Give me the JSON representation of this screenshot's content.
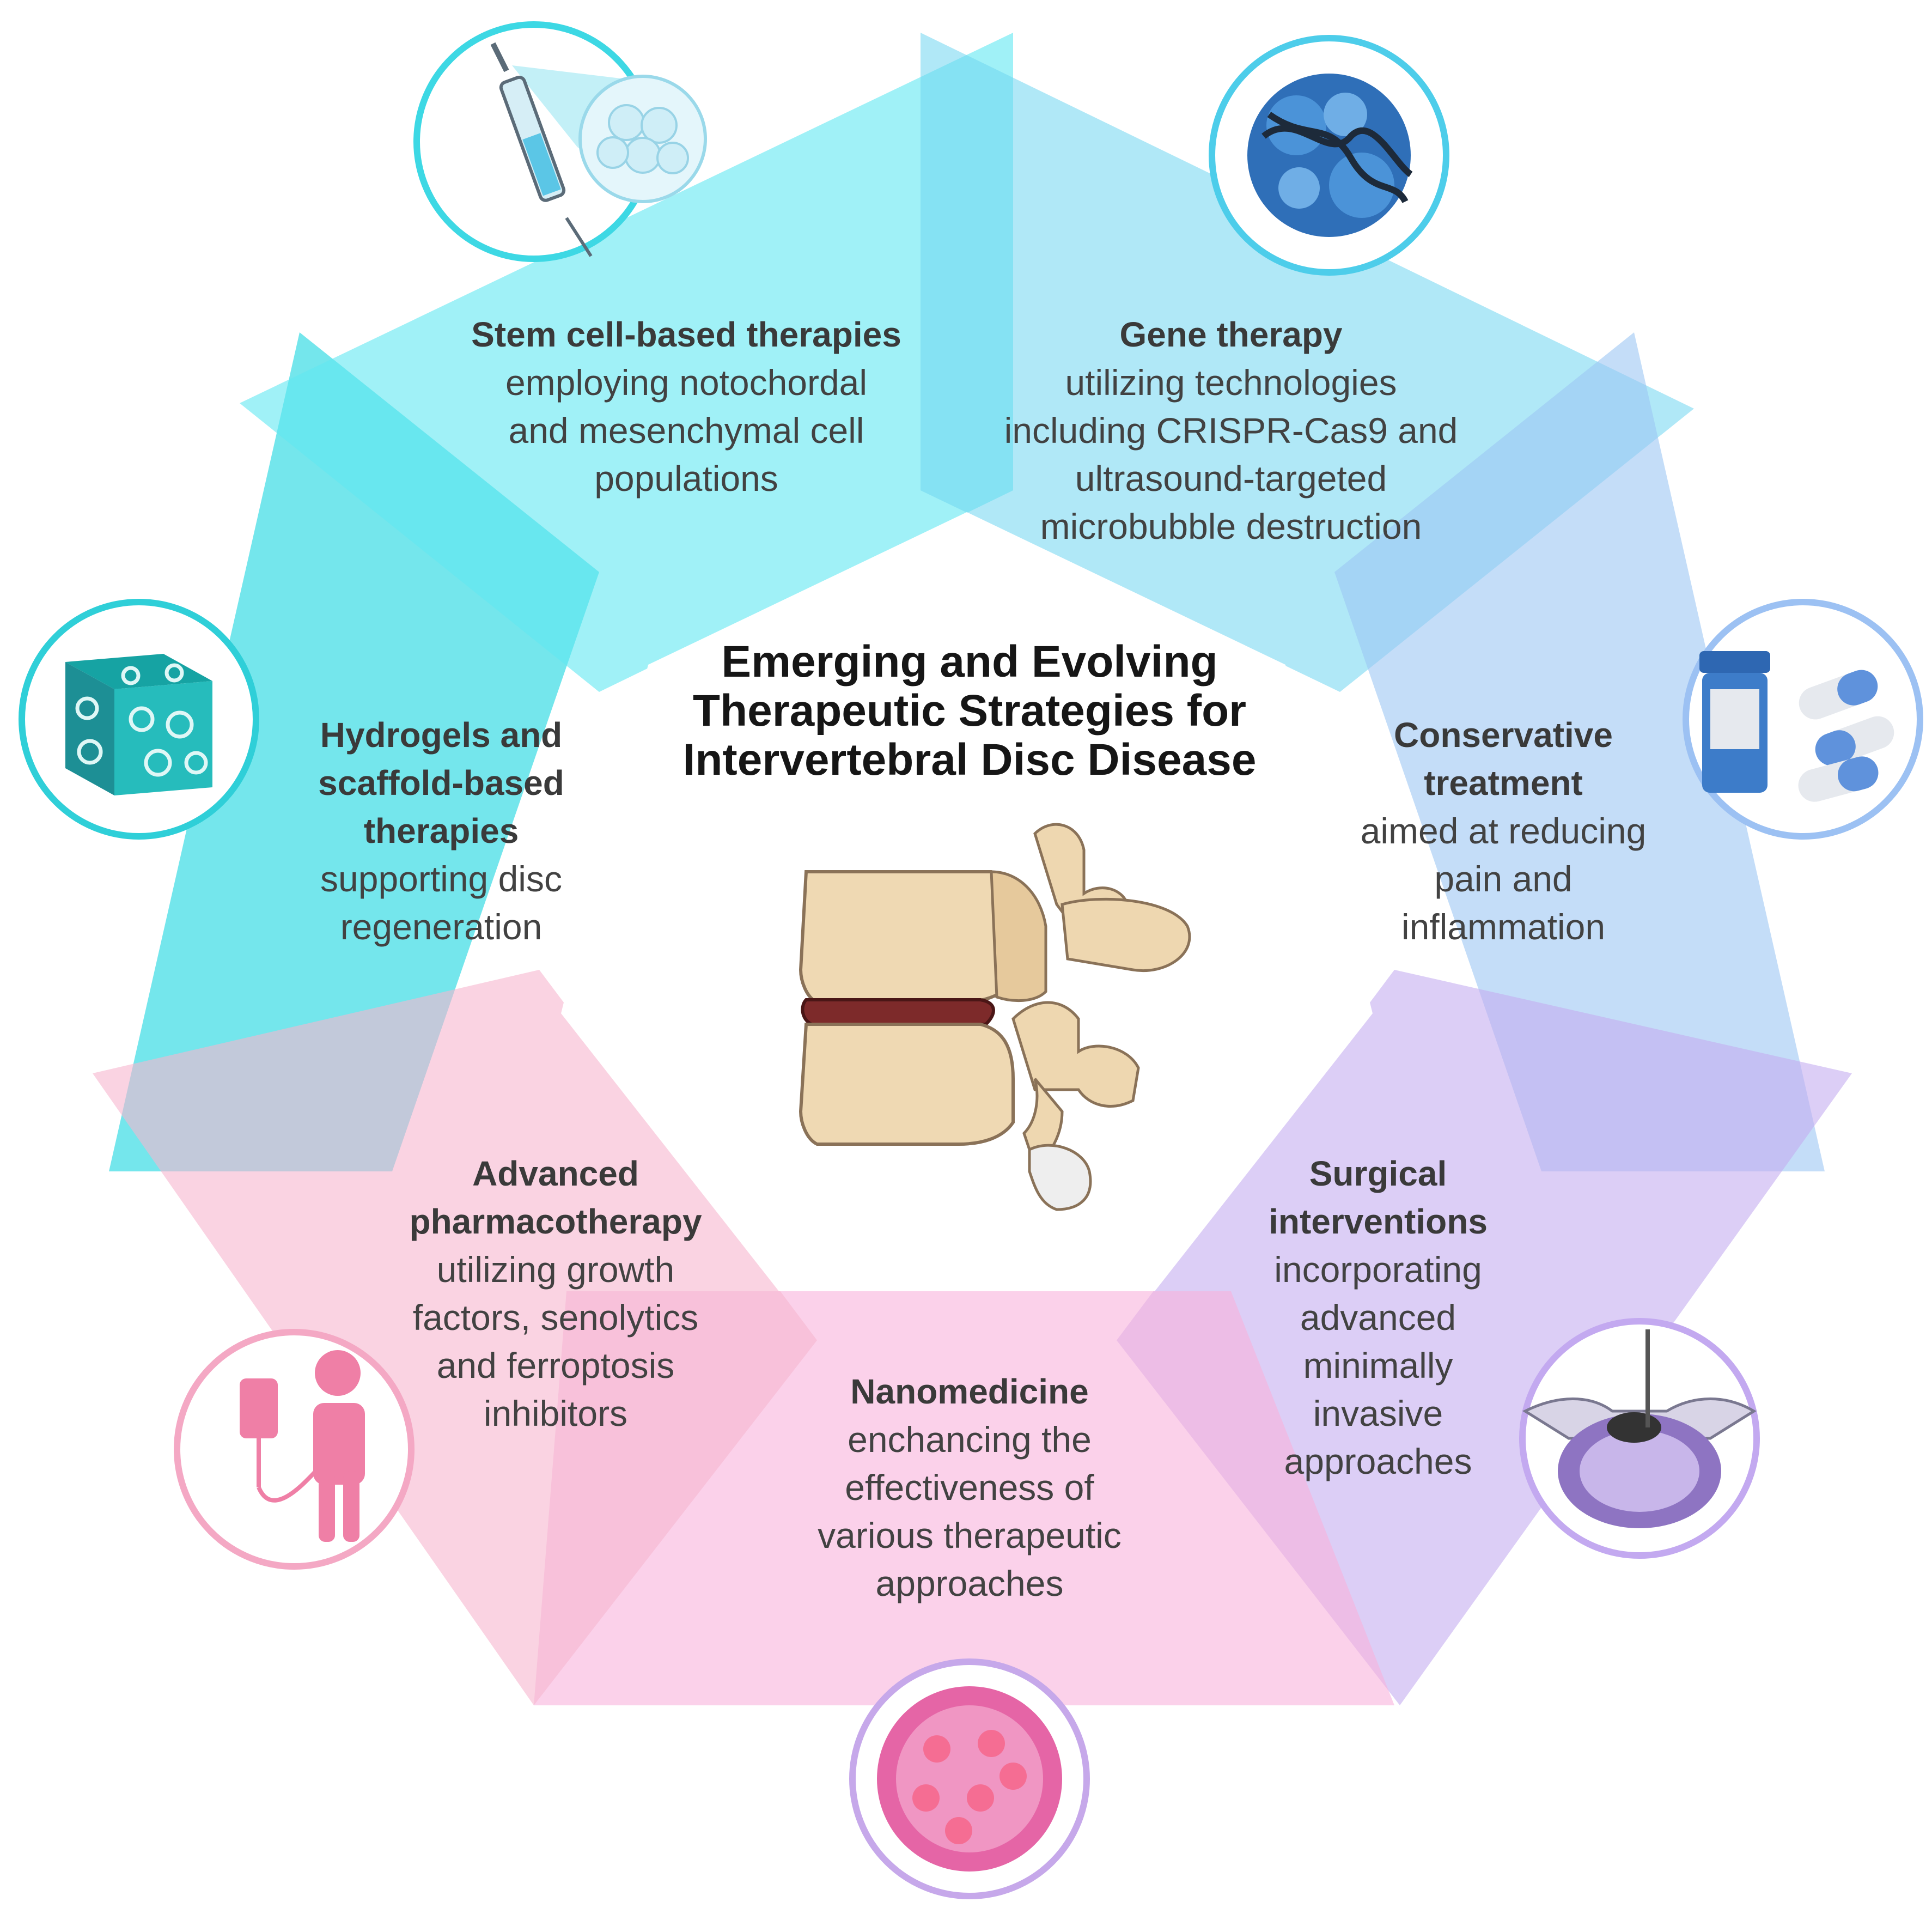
{
  "title": {
    "line1": "Emerging and Evolving",
    "line2": "Therapeutic Strategies for",
    "line3": "Intervertebral Disc Disease"
  },
  "segments": [
    {
      "key": "stem",
      "heading": [
        "Stem cell-based therapies"
      ],
      "body": [
        "employing notochordal",
        "and mesenchymal cell",
        "populations"
      ],
      "color": "#5fe6f0",
      "icon": "stem-cell-syringe-icon"
    },
    {
      "key": "gene",
      "heading": [
        "Gene therapy"
      ],
      "body": [
        "utilizing technologies",
        "including CRISPR-Cas9 and",
        "ultrasound-targeted",
        "microbubble destruction"
      ],
      "color": "#7fdcf2",
      "icon": "dna-particle-icon"
    },
    {
      "key": "conservative",
      "heading": [
        "Conservative",
        "treatment"
      ],
      "body": [
        "aimed at reducing",
        "pain and",
        "inflammation"
      ],
      "color": "#a9ccf4",
      "icon": "pill-bottle-icon"
    },
    {
      "key": "surgical",
      "heading": [
        "Surgical",
        "interventions"
      ],
      "body": [
        "incorporating",
        "advanced",
        "minimally",
        "invasive",
        "approaches"
      ],
      "color": "#c9b4ef",
      "icon": "vertebra-surgery-icon"
    },
    {
      "key": "nano",
      "heading": [
        "Nanomedicine"
      ],
      "body": [
        "enchancing the",
        "effectiveness of",
        "various therapeutic",
        "approaches"
      ],
      "color": "#f6b0d6",
      "icon": "nanoparticle-cell-icon"
    },
    {
      "key": "pharma",
      "heading": [
        "Advanced",
        "pharmacotherapy"
      ],
      "body": [
        "utilizing growth",
        "factors, senolytics",
        "and ferroptosis",
        "inhibitors"
      ],
      "color": "#f6b3cc",
      "icon": "iv-drip-patient-icon"
    },
    {
      "key": "hydrogel",
      "heading": [
        "Hydrogels and",
        "scaffold-based",
        "therapies"
      ],
      "body": [
        "supporting disc",
        "regeneration"
      ],
      "color": "#4fe0e8",
      "icon": "hydrogel-scaffold-icon"
    }
  ],
  "center_icon": "lumbar-spine-disc-icon"
}
